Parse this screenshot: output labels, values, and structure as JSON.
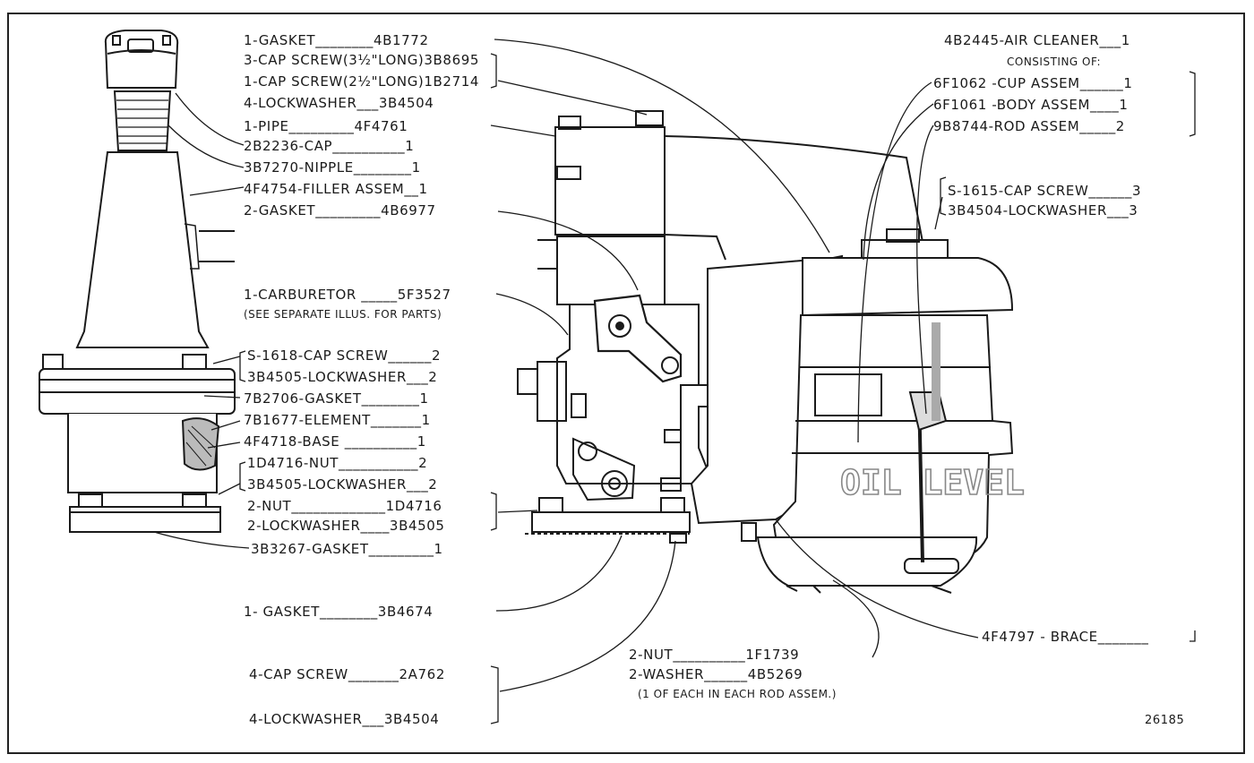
{
  "figure_number": "26185",
  "oil_level_text": "OIL LEVEL",
  "labels": {
    "gasket_4b1772": "1-GASKET________4B1772",
    "cap_screw_3b8695": "3-CAP SCREW(3½\"LONG)3B8695",
    "cap_screw_1b2714": "1-CAP SCREW(2½\"LONG)1B2714",
    "lockwasher_3b4504_a": "4-LOCKWASHER___3B4504",
    "pipe_4f4761": "1-PIPE_________4F4761",
    "cap_2b2236": "2B2236-CAP__________1",
    "nipple_3b7270": "3B7270-NIPPLE________1",
    "filler_4f4754": "4F4754-FILLER ASSEM__1",
    "gasket_4b6977": "2-GASKET_________4B6977",
    "carburetor_5f3527": "1-CARBURETOR _____5F3527",
    "carb_note": "(SEE SEPARATE ILLUS. FOR PARTS)",
    "cap_screw_s1618": "S-1618-CAP SCREW______2",
    "lockwasher_3b4505_a": "3B4505-LOCKWASHER___2",
    "gasket_7b2706": "7B2706-GASKET________1",
    "element_7b1677": "7B1677-ELEMENT_______1",
    "base_4f4718": "4F4718-BASE __________1",
    "nut_1d4716_a": "1D4716-NUT___________2",
    "lockwasher_3b4505_b": "3B4505-LOCKWASHER___2",
    "nut_1d4716_b": "2-NUT_____________1D4716",
    "lockwasher_3b4505_c": "2-LOCKWASHER____3B4505",
    "gasket_3b3267": "3B3267-GASKET_________1",
    "gasket_3b4674": "1- GASKET________3B4674",
    "cap_screw_2a762": "4-CAP SCREW_______2A762",
    "lockwasher_3b4504_b": "4-LOCKWASHER___3B4504",
    "air_cleaner_4b2445": "4B2445-AIR CLEANER___1",
    "consisting_of": "CONSISTING OF:",
    "cup_6f1062": "6F1062 -CUP ASSEM______1",
    "body_6f1061": "6F1061 -BODY ASSEM____1",
    "rod_9b8744": "9B8744-ROD ASSEM_____2",
    "cap_screw_s1615": "S-1615-CAP SCREW______3",
    "lockwasher_3b4504_c": "3B4504-LOCKWASHER___3",
    "brace_4f4797": "4F4797 - BRACE_______",
    "nut_1f1739": "2-NUT__________1F1739",
    "washer_4b5269": "2-WASHER______4B5269",
    "rod_note": "(1 OF EACH IN EACH ROD ASSEM.)"
  },
  "colors": {
    "ink": "#1a1a1a",
    "shade": "#9a9a9a",
    "paper": "#ffffff"
  }
}
